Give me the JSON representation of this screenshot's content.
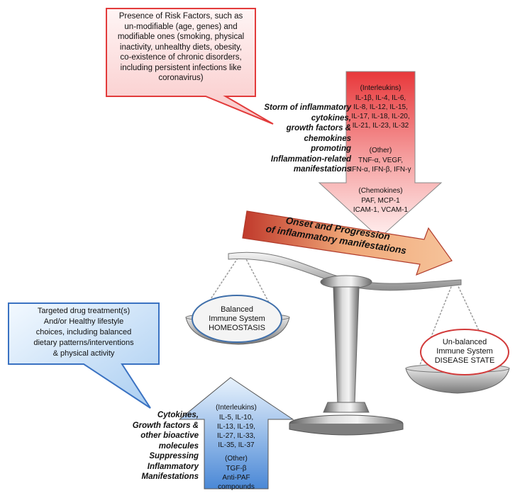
{
  "risk_factors_box": {
    "text": "Presence of Risk Factors, such as\nun-modifiable (age, genes)  and\nmodifiable ones (smoking, physical\ninactivity, unhealthy diets, obesity,\nco-existence of chronic disorders,\nincluding persistent infections like\ncoronavirus)"
  },
  "storm_caption": {
    "text": "Storm of inflammatory\ncytokines,\ngrowth factors &\nchemokines\npromoting\nInflammation-related\nmanifestations"
  },
  "red_arrow": {
    "interleukins_header": "(Interleukins)",
    "interleukins_list": "IL-1β, IL-4, IL-6,\nIL-8, IL-12, IL-15,\nIL-17, IL-18, IL-20,\nIL-21, IL-23, IL-32",
    "other_header": "(Other)",
    "other_list": "TNF-α, VEGF,\nIFN-α, IFN-β, IFN-γ",
    "chemokines_header": "(Chemokines)",
    "chemokines_list": "PAF, MCP-1\nICAM-1, VCAM-1"
  },
  "onset_band": {
    "text": "Onset and Progression\nof inflammatory manifestations"
  },
  "balanced_ellipse": {
    "text": "Balanced\nImmune System\nHOMEOSTASIS"
  },
  "unbalanced_ellipse": {
    "text": "Un-balanced\nImmune System\nDISEASE STATE"
  },
  "treatment_box": {
    "text": "Targeted drug treatment(s)\nAnd/or Healthy lifestyle\nchoices, including balanced\ndietary patterns/interventions\n& physical activity"
  },
  "suppress_caption": {
    "text": "Cytokines,\nGrowth factors &\nother bioactive\nmolecules\nSuppressing\nInflammatory\nManifestations"
  },
  "blue_arrow": {
    "interleukins_header": "(Interleukins)",
    "interleukins_list": "IL-5, IL-10,\nIL-13, IL-19,\nIL-27, IL-33,\nIL-35, IL-37",
    "other_header": "(Other)",
    "other_list": "TGF-β\nAnti-PAF\ncompounds"
  },
  "colors": {
    "red_light": "#fde4e4",
    "red_dark": "#e8383b",
    "blue_light": "#dcecfb",
    "blue_dark": "#3e7fcf",
    "orange_band": "#e8894e",
    "scale_metal": "#9a9a9a"
  }
}
